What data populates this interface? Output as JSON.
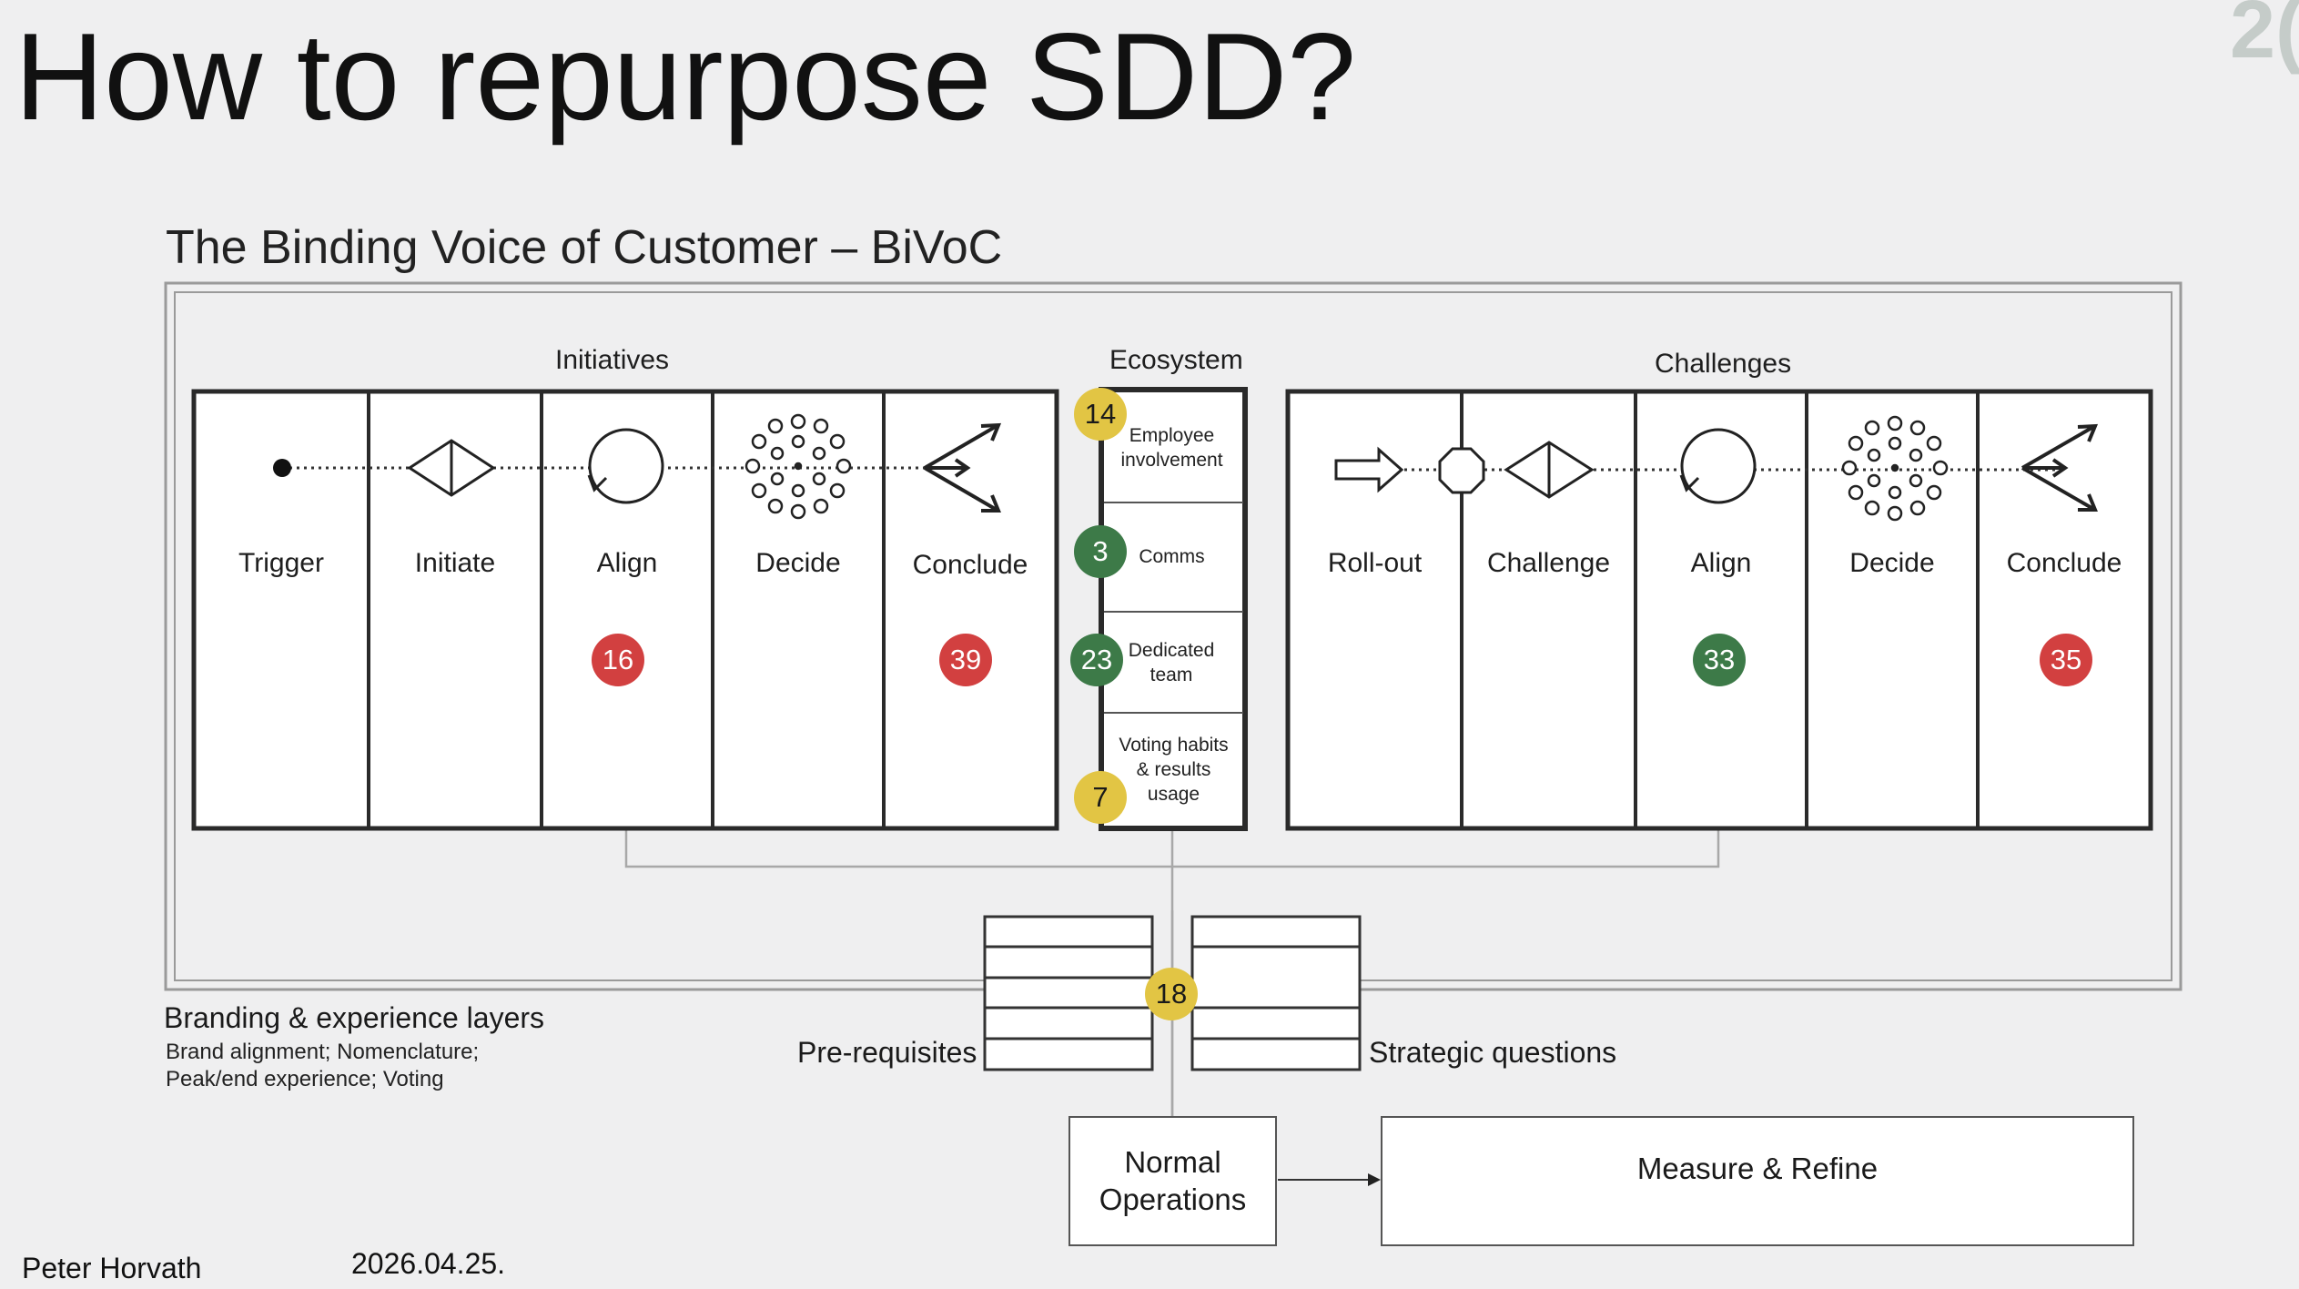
{
  "title": "How to repurpose SDD?",
  "slide_number_fragment": "2(",
  "subtitle": "The Binding Voice of Customer – BiVoC",
  "sections": {
    "initiatives": "Initiatives",
    "ecosystem": "Ecosystem",
    "challenges": "Challenges"
  },
  "initiatives": [
    {
      "label": "Trigger",
      "icon": "dot-icon"
    },
    {
      "label": "Initiate",
      "icon": "diamond-icon"
    },
    {
      "label": "Align",
      "icon": "circle-arrow-icon",
      "badge": "16",
      "badge_color": "#d24040"
    },
    {
      "label": "Decide",
      "icon": "dot-cluster-icon"
    },
    {
      "label": "Conclude",
      "icon": "split-arrow-icon",
      "badge": "39",
      "badge_color": "#d24040"
    }
  ],
  "ecosystem": [
    {
      "label": "Employee involvement",
      "badge": "14",
      "badge_color": "#e2c544"
    },
    {
      "label": "Comms",
      "badge": "3",
      "badge_color": "#3d7a48"
    },
    {
      "label": "Dedicated team",
      "badge": "23",
      "badge_color": "#3d7a48"
    },
    {
      "label": "Voting habits & results usage",
      "badge": "7",
      "badge_color": "#e2c544"
    }
  ],
  "challenges": [
    {
      "label": "Roll-out",
      "icon": "arrow-right-icon"
    },
    {
      "label": "Challenge",
      "icon": "diamond-icon"
    },
    {
      "label": "Align",
      "icon": "circle-arrow-icon",
      "badge": "33",
      "badge_color": "#3d7a48"
    },
    {
      "label": "Decide",
      "icon": "dot-cluster-icon"
    },
    {
      "label": "Conclude",
      "icon": "split-arrow-icon",
      "badge": "35",
      "badge_color": "#d24040"
    }
  ],
  "center_badge": {
    "value": "18",
    "color": "#e2c544"
  },
  "branding": {
    "title": "Branding & experience layers",
    "line1": "Brand alignment; Nomenclature;",
    "line2": "Peak/end experience; Voting"
  },
  "prerequisites": "Pre-requisites",
  "strategic_questions": "Strategic questions",
  "normal_operations": {
    "line1": "Normal",
    "line2": "Operations"
  },
  "measure_refine": "Measure & Refine",
  "footer": {
    "author": "Peter Horvath",
    "date": "2026.04.25."
  }
}
